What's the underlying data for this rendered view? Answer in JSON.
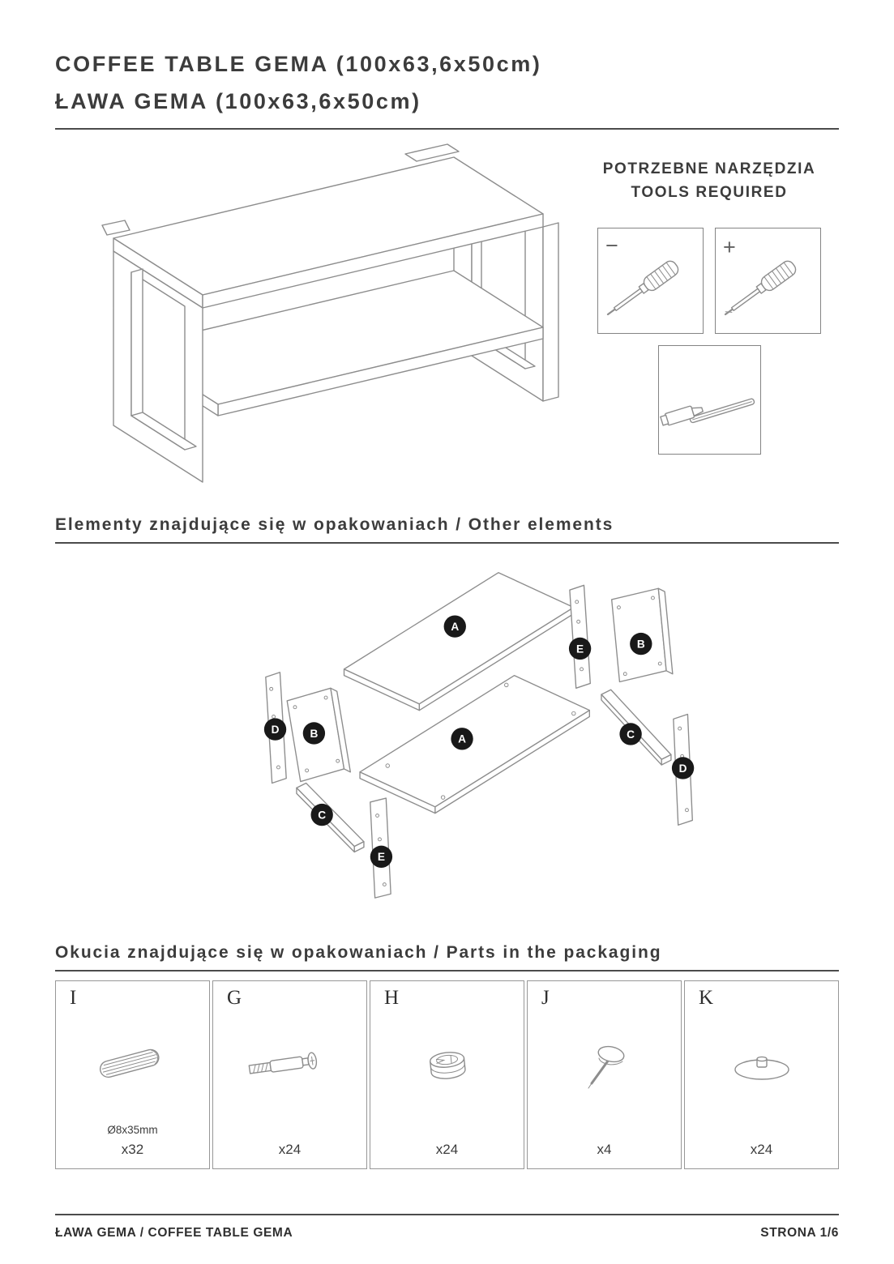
{
  "title": {
    "line1": "COFFEE TABLE GEMA (100x63,6x50cm)",
    "line2": "ŁAWA GEMA (100x63,6x50cm)"
  },
  "tools": {
    "heading_line1": "POTRZEBNE NARZĘDZIA",
    "heading_line2": "TOOLS REQUIRED",
    "flat_sign": "−",
    "phillips_sign": "+"
  },
  "sections": {
    "elements_heading": "Elementy znajdujące się w opakowaniach / Other elements",
    "parts_heading": "Okucia znajdujące się w opakowaniach / Parts in the packaging"
  },
  "exploded": {
    "labels": [
      {
        "letter": "A"
      },
      {
        "letter": "E"
      },
      {
        "letter": "B"
      },
      {
        "letter": "D"
      },
      {
        "letter": "B"
      },
      {
        "letter": "A"
      },
      {
        "letter": "C"
      },
      {
        "letter": "D"
      },
      {
        "letter": "C"
      },
      {
        "letter": "E"
      }
    ]
  },
  "hardware": {
    "items": [
      {
        "letter": "I",
        "note": "Ø8x35mm",
        "qty": "x32"
      },
      {
        "letter": "G",
        "qty": "x24"
      },
      {
        "letter": "H",
        "qty": "x24"
      },
      {
        "letter": "J",
        "qty": "x4"
      },
      {
        "letter": "K",
        "qty": "x24"
      }
    ]
  },
  "footer": {
    "left": "ŁAWA GEMA / COFFEE TABLE GEMA",
    "right": "STRONA 1/6"
  },
  "colors": {
    "line_art": "#8d8d8d",
    "text": "#3c3c3c",
    "label_badge": "#191919"
  }
}
